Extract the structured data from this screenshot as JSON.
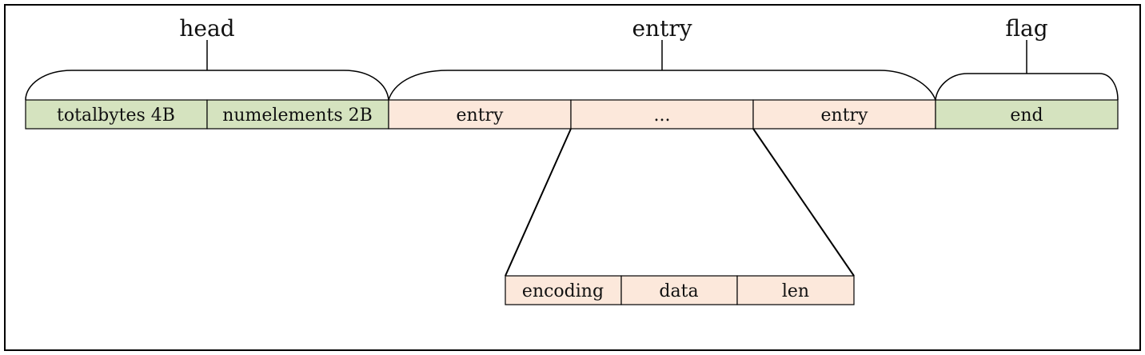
{
  "groups": {
    "head": "head",
    "entry": "entry",
    "flag": "flag"
  },
  "cells": {
    "totalbytes": "totalbytes 4B",
    "numelements": "numelements 2B",
    "entry_first": "entry",
    "ellipsis": "...",
    "entry_last": "entry",
    "end": "end"
  },
  "detail": {
    "encoding": "encoding",
    "data": "data",
    "len": "len"
  },
  "colors": {
    "head_fill": "#d5e3bf",
    "entry_fill": "#fce8db",
    "end_fill": "#d5e3bf",
    "stroke": "#000000"
  }
}
